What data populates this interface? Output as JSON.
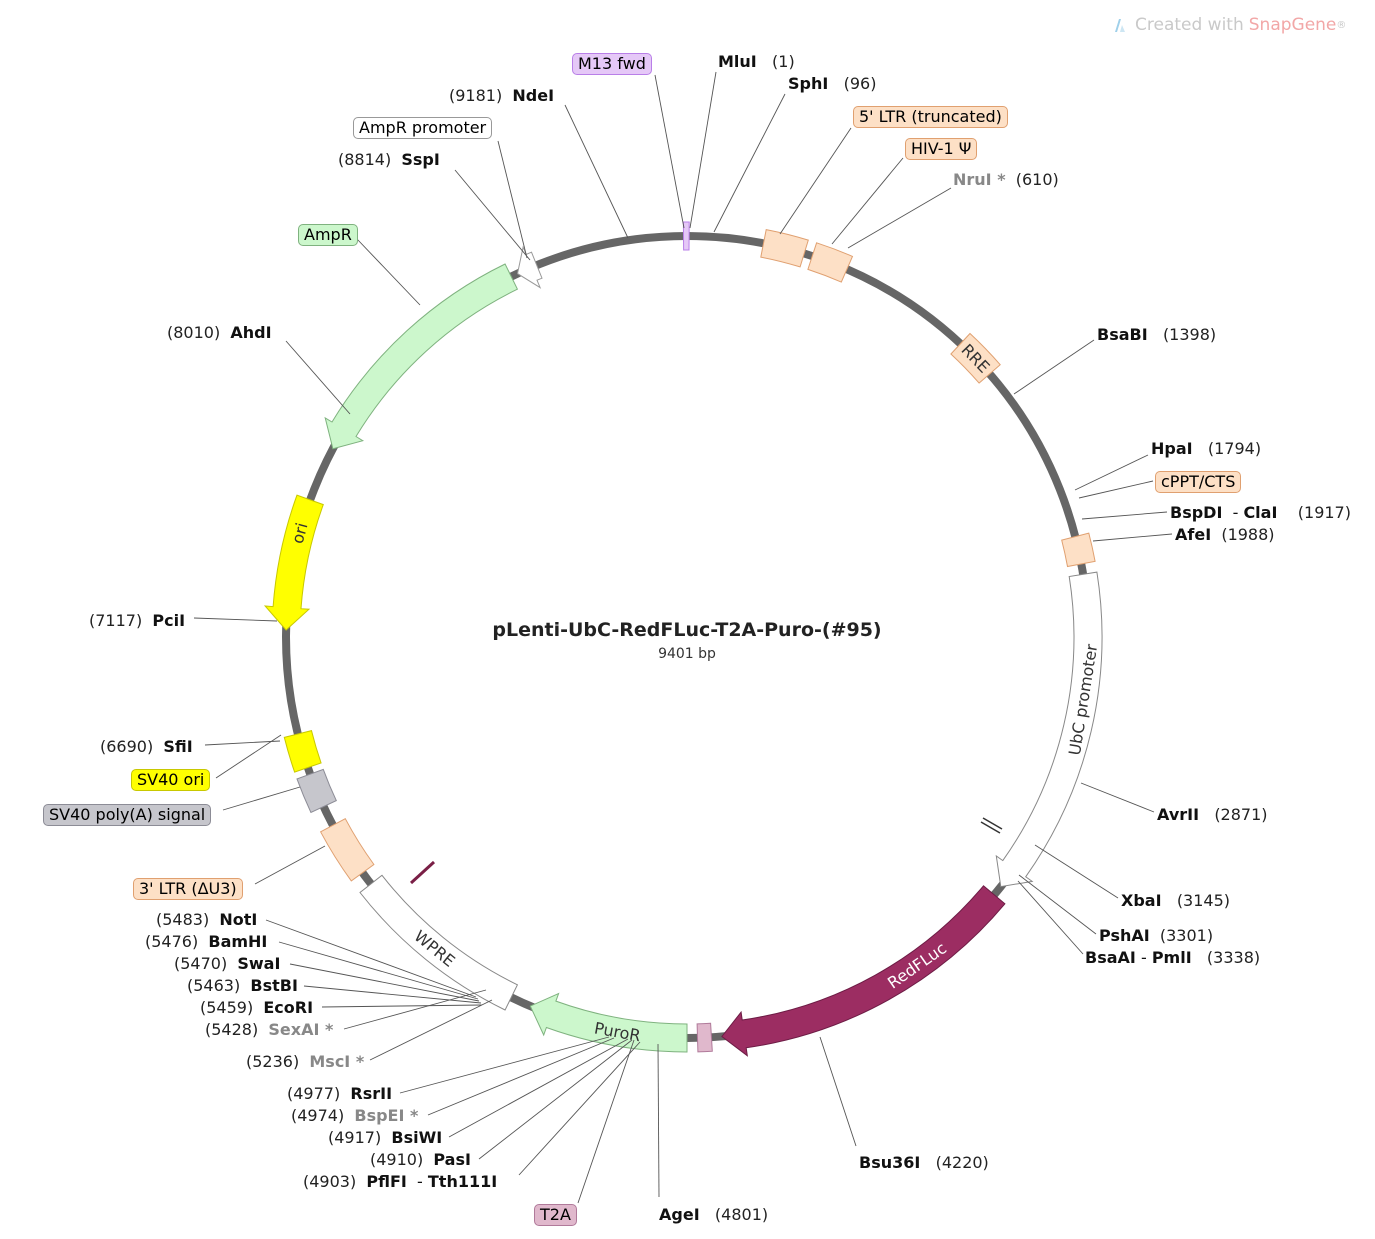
{
  "watermark": {
    "prefix": "Created with",
    "brand": "SnapGene",
    "mark": "®"
  },
  "plasmid": {
    "name": "pLenti-UbC-RedFLuc-T2A-Puro-(#95)",
    "size_label": "9401 bp",
    "length_bp": 9401
  },
  "features": [
    {
      "id": "m13fwd",
      "name": "M13 fwd",
      "color": "#b97fe8",
      "fill": "#e5c8f7"
    },
    {
      "id": "ltr5",
      "name": "5' LTR (truncated)",
      "color": "#e0a070",
      "fill": "#fde0c6"
    },
    {
      "id": "psi",
      "name": "HIV-1 Ψ",
      "color": "#e0a070",
      "fill": "#fde0c6"
    },
    {
      "id": "rre",
      "name": "RRE",
      "color": "#e0a070",
      "fill": "#fde0c6"
    },
    {
      "id": "cppt",
      "name": "cPPT/CTS",
      "color": "#e0a070",
      "fill": "#fde0c6"
    },
    {
      "id": "ubc",
      "name": "UbC promoter",
      "color": "#888888",
      "fill": "#ffffff"
    },
    {
      "id": "redfluc",
      "name": "RedFLuc",
      "color": "#6d1c45",
      "fill": "#9c2d62"
    },
    {
      "id": "t2a",
      "name": "T2A",
      "color": "#b07a9a",
      "fill": "#e0b8cc"
    },
    {
      "id": "puror",
      "name": "PuroR",
      "color": "#7fb27f",
      "fill": "#ccf7cc"
    },
    {
      "id": "wpre",
      "name": "WPRE",
      "color": "#888888",
      "fill": "#ffffff"
    },
    {
      "id": "ltr3",
      "name": "3' LTR (ΔU3)",
      "color": "#e0a070",
      "fill": "#fde0c6"
    },
    {
      "id": "sv40pa",
      "name": "SV40 poly(A) signal",
      "color": "#8c8c96",
      "fill": "#c6c6cc"
    },
    {
      "id": "sv40ori",
      "name": "SV40 ori",
      "color": "#c8c800",
      "fill": "#ffff00"
    },
    {
      "id": "ori",
      "name": "ori",
      "color": "#c8c800",
      "fill": "#ffff00"
    },
    {
      "id": "ampr",
      "name": "AmpR",
      "color": "#7fb27f",
      "fill": "#ccf7cc"
    },
    {
      "id": "amprpromoter",
      "name": "AmpR promoter",
      "color": "#999999",
      "fill": "#ffffff"
    }
  ],
  "sites": [
    {
      "name": "MluI",
      "pos": "(1)"
    },
    {
      "name": "SphI",
      "pos": "(96)"
    },
    {
      "name": "NruI *",
      "pos": "(610)",
      "dim": true
    },
    {
      "name": "BsaBI",
      "pos": "(1398)"
    },
    {
      "name": "HpaI",
      "pos": "(1794)"
    },
    {
      "name": "BspDI",
      "name2": "ClaI",
      "pos": "(1917)"
    },
    {
      "name": "AfeI",
      "pos": "(1988)"
    },
    {
      "name": "AvrII",
      "pos": "(2871)"
    },
    {
      "name": "XbaI",
      "pos": "(3145)"
    },
    {
      "name": "PshAI",
      "pos": "(3301)"
    },
    {
      "name": "BsaAI",
      "name2": "PmlI",
      "pos": "(3338)"
    },
    {
      "name": "Bsu36I",
      "pos": "(4220)"
    },
    {
      "name": "AgeI",
      "pos": "(4801)"
    },
    {
      "name": "PflFI",
      "name2": "Tth111I",
      "pos": "(4903)"
    },
    {
      "name": "PasI",
      "pos": "(4910)"
    },
    {
      "name": "BsiWI",
      "pos": "(4917)"
    },
    {
      "name": "BspEI *",
      "pos": "(4974)",
      "dim": true
    },
    {
      "name": "RsrII",
      "pos": "(4977)"
    },
    {
      "name": "MscI *",
      "pos": "(5236)",
      "dim": true
    },
    {
      "name": "SexAI *",
      "pos": "(5428)",
      "dim": true
    },
    {
      "name": "EcoRI",
      "pos": "(5459)"
    },
    {
      "name": "BstBI",
      "pos": "(5463)"
    },
    {
      "name": "SwaI",
      "pos": "(5470)"
    },
    {
      "name": "BamHI",
      "pos": "(5476)"
    },
    {
      "name": "NotI",
      "pos": "(5483)"
    },
    {
      "name": "SfiI",
      "pos": "(6690)"
    },
    {
      "name": "PciI",
      "pos": "(7117)"
    },
    {
      "name": "AhdI",
      "pos": "(8010)"
    },
    {
      "name": "SspI",
      "pos": "(8814)"
    },
    {
      "name": "NdeI",
      "pos": "(9181)"
    }
  ]
}
